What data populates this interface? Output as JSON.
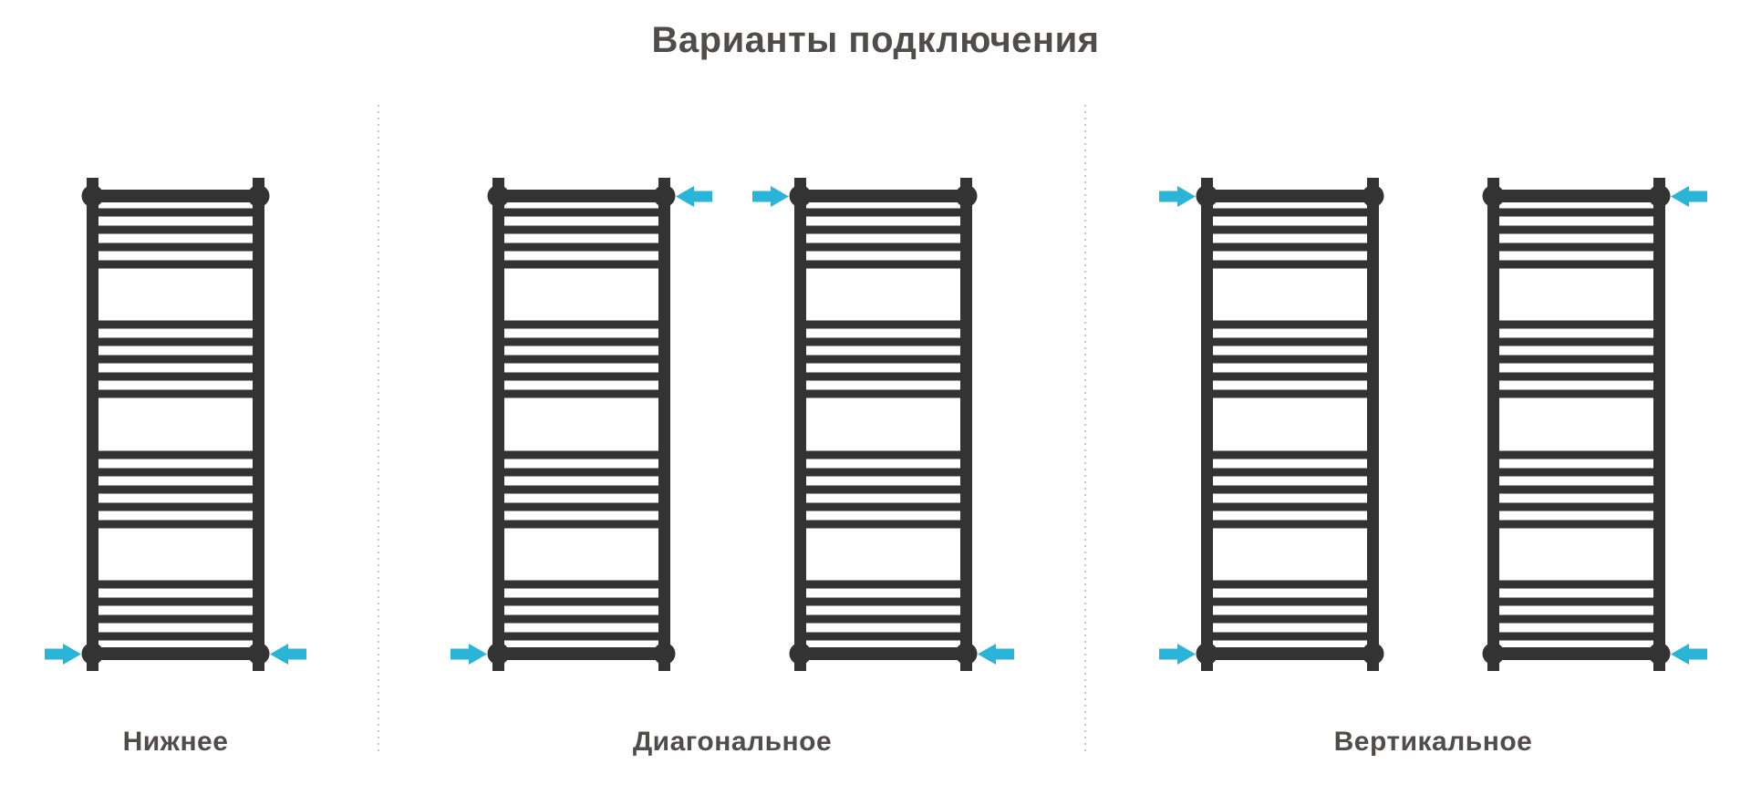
{
  "title": "Варианты подключения",
  "colors": {
    "radiator": "#333333",
    "arrow": "#2AB4D8",
    "text": "#504C49",
    "divider": "#C9C9C9",
    "background": "#FFFFFF"
  },
  "icons": {
    "flow_arrow": "flow-arrow-icon"
  },
  "sections": [
    {
      "label": "Нижнее",
      "radiators": [
        {
          "arrows": [
            "bottom-left",
            "bottom-right"
          ]
        }
      ]
    },
    {
      "label": "Диагональное",
      "radiators": [
        {
          "arrows": [
            "top-right",
            "bottom-left"
          ]
        },
        {
          "arrows": [
            "top-left",
            "bottom-right"
          ]
        }
      ]
    },
    {
      "label": "Вертикальное",
      "radiators": [
        {
          "arrows": [
            "top-left",
            "bottom-left"
          ]
        },
        {
          "arrows": [
            "top-right",
            "bottom-right"
          ]
        }
      ]
    }
  ]
}
